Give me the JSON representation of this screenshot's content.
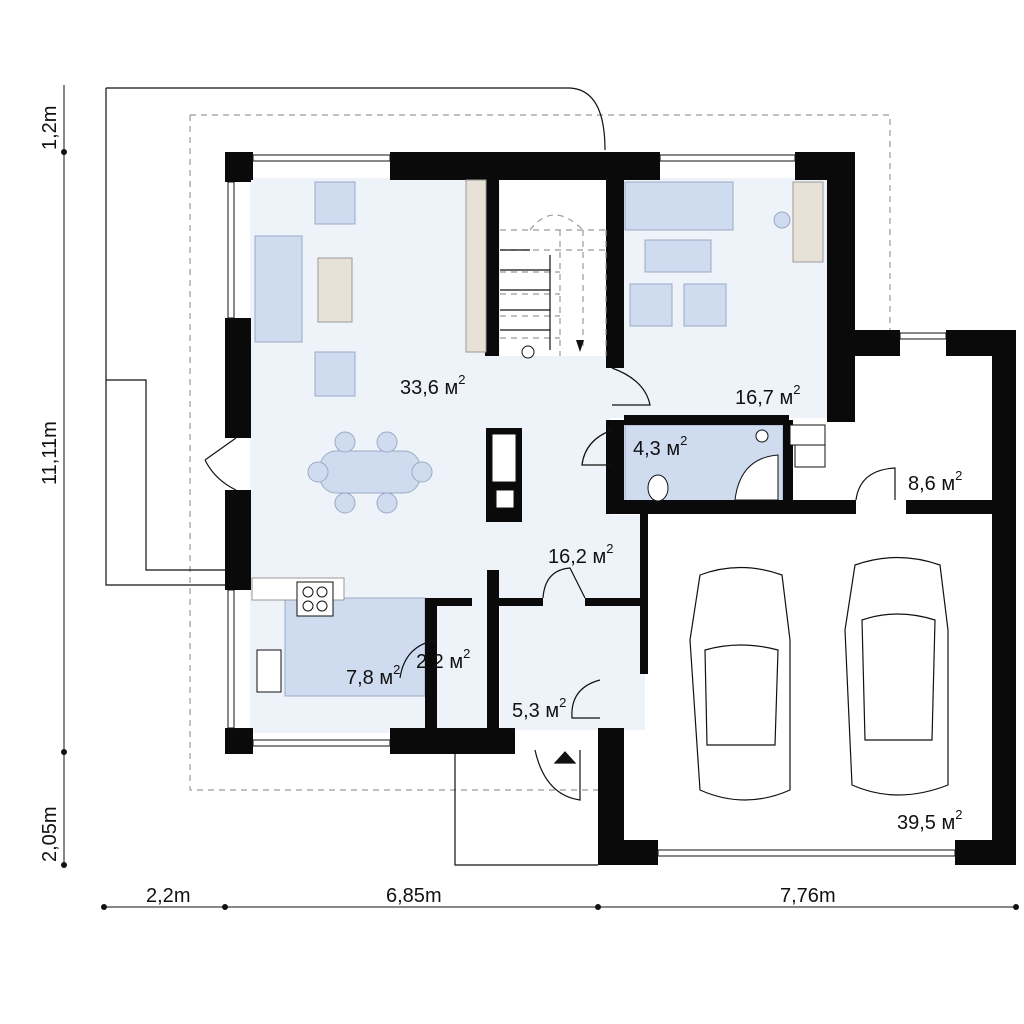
{
  "rooms": [
    {
      "id": "living",
      "area": "33,6 м",
      "sup": "2"
    },
    {
      "id": "office",
      "area": "16,7 м",
      "sup": "2"
    },
    {
      "id": "bath",
      "area": "4,3 м",
      "sup": "2"
    },
    {
      "id": "utility",
      "area": "8,6 м",
      "sup": "2"
    },
    {
      "id": "hall",
      "area": "16,2 м",
      "sup": "2"
    },
    {
      "id": "kitchen",
      "area": "7,8 м",
      "sup": "2"
    },
    {
      "id": "pantry",
      "area": "2,2 м",
      "sup": "2"
    },
    {
      "id": "vestibule",
      "area": "5,3 м",
      "sup": "2"
    },
    {
      "id": "garage",
      "area": "39,5 м",
      "sup": "2"
    }
  ],
  "dimensions": {
    "vertical": [
      {
        "value": "1,2",
        "unit": "m"
      },
      {
        "value": "11,11",
        "unit": "m"
      },
      {
        "value": "2,05",
        "unit": "m"
      }
    ],
    "horizontal": [
      {
        "value": "2,2",
        "unit": "m"
      },
      {
        "value": "6,85",
        "unit": "m"
      },
      {
        "value": "7,76",
        "unit": "m"
      }
    ]
  }
}
